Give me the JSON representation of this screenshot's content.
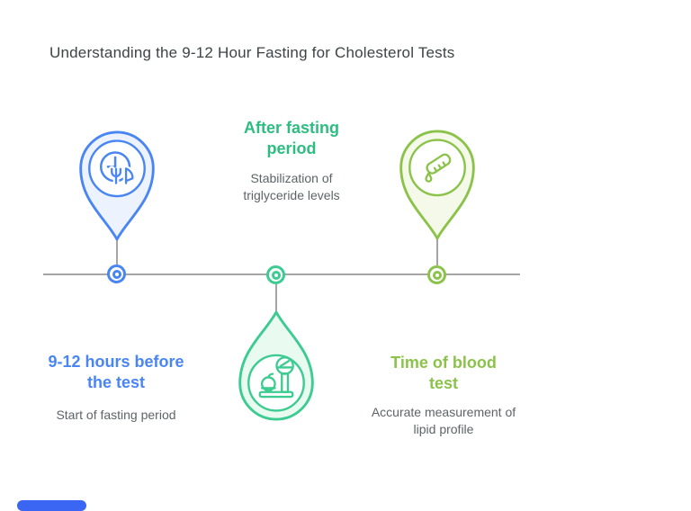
{
  "title": "Understanding the 9-12 Hour Fasting for Cholesterol Tests",
  "colors": {
    "blue": "#4a85f4",
    "blue_light": "#edf3fe",
    "emerald": "#3ccb90",
    "emerald_light": "#e9faf1",
    "emerald_text": "#2ebd81",
    "lime": "#8bc34a",
    "lime_light": "#f4f9e9",
    "gray_text": "#5f6368",
    "title_text": "#3f4346",
    "timeline_line": "#a5a5a5",
    "accent_bar": "#3a66f3"
  },
  "milestones": [
    {
      "heading": "9-12 hours before the test",
      "description": "Start of fasting period",
      "icon": "clock-utensils-icon",
      "color": "blue",
      "pin_position": "above-timeline-left"
    },
    {
      "heading": "After fasting period",
      "description": "Stabilization of triglyceride levels",
      "icon": "weighing-scale-apple-icon",
      "color": "emerald",
      "pin_position": "below-timeline-center"
    },
    {
      "heading": "Time of blood test",
      "description": "Accurate measurement of lipid profile",
      "icon": "test-tube-drop-icon",
      "color": "lime",
      "pin_position": "above-timeline-right"
    }
  ]
}
